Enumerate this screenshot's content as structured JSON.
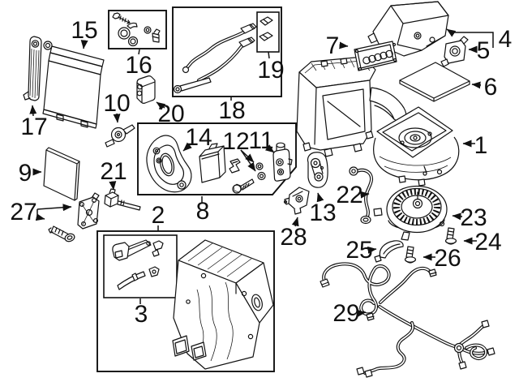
{
  "diagram": {
    "kind": "exploded-parts-diagram",
    "subject": "HVAC heater, evaporator and blower components",
    "background_color": "#ffffff",
    "line_color": "#111111",
    "callout_count": 29
  },
  "callouts": {
    "1": "1",
    "2": "2",
    "3": "3",
    "4": "4",
    "5": "5",
    "6": "6",
    "7": "7",
    "8": "8",
    "9": "9",
    "10": "10",
    "11": "11",
    "12": "12",
    "13": "13",
    "14": "14",
    "15": "15",
    "16": "16",
    "17": "17",
    "18": "18",
    "19": "19",
    "20": "20",
    "21": "21",
    "22": "22",
    "23": "23",
    "24": "24",
    "25": "25",
    "26": "26",
    "27": "27",
    "28": "28",
    "29": "29"
  },
  "part_names": {
    "1": "hvac-case-assembly",
    "2": "heater-distribution-case-kit",
    "3": "door-actuator-lever-kit",
    "4": "air-inlet-housing",
    "5": "mount-bracket",
    "6": "cabin-air-filter",
    "7": "inlet-screen-frame",
    "8": "evaporator-seal-kit",
    "9": "insulator-pad",
    "10": "check-valve",
    "11": "expansion-valve",
    "12": "o-ring-seals",
    "13": "pipe-grommet",
    "14": "sealing-gasket-plate",
    "15": "heater-core",
    "16": "o-ring-and-clip-kit",
    "17": "side-seal-strip",
    "18": "heater-hose-assembly",
    "19": "hose-connector-caps",
    "20": "mounting-block",
    "21": "actuator-shaft",
    "22": "drain-tube",
    "23": "blower-motor-and-fan",
    "24": "mounting-screw",
    "25": "cover-handle",
    "26": "mounting-screw",
    "27": "bracket-and-stud",
    "28": "temperature-sensor",
    "29": "wiring-harness"
  }
}
